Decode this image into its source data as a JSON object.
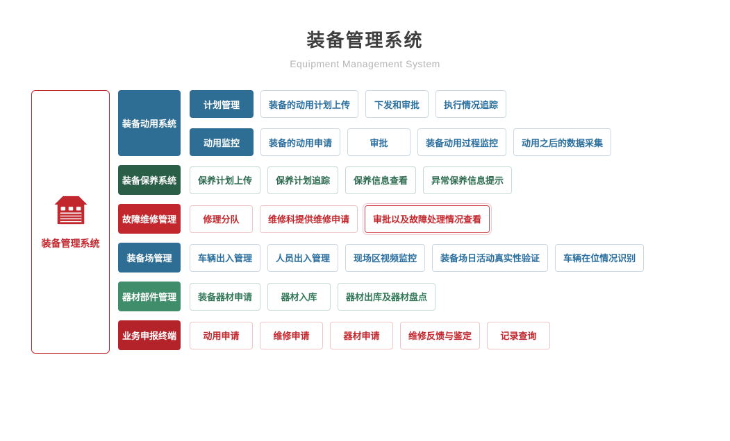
{
  "header": {
    "title": "装备管理系统",
    "subtitle": "Equipment Management System"
  },
  "root": {
    "label": "装备管理系统",
    "icon": "garage-icon",
    "color": "#c1272d"
  },
  "themes": {
    "blue": {
      "solid": "#2e6d94",
      "text": "#2b6f9e",
      "border": "#ccd8e1"
    },
    "dark-green": {
      "solid": "#2a5e47",
      "text": "#2e6b51",
      "border": "#c7dcd1"
    },
    "green": {
      "solid": "#3f8d6a",
      "text": "#35795a",
      "border": "#c7dcd1"
    },
    "red": {
      "solid": "#c1272d",
      "text": "#c1272d",
      "border": "#efc5c7",
      "emphasis_border": "#d2494f"
    },
    "dark-red": {
      "solid": "#b4232a",
      "text": "#c1272d",
      "border": "#efc5c7",
      "emphasis_border": "#d2494f"
    }
  },
  "groups": [
    {
      "label": "装备动用系统",
      "theme": "blue",
      "subgroups": [
        {
          "label": "计划管理",
          "items": [
            {
              "label": "装备的动用计划上传"
            },
            {
              "label": "下发和审批"
            },
            {
              "label": "执行情况追踪"
            }
          ]
        },
        {
          "label": "动用监控",
          "items": [
            {
              "label": "装备的动用申请"
            },
            {
              "label": "审批"
            },
            {
              "label": "装备动用过程监控"
            },
            {
              "label": "动用之后的数据采集"
            }
          ]
        }
      ]
    },
    {
      "label": "装备保养系统",
      "theme": "dark-green",
      "items": [
        {
          "label": "保养计划上传"
        },
        {
          "label": "保养计划追踪"
        },
        {
          "label": "保养信息查看"
        },
        {
          "label": "异常保养信息提示"
        }
      ]
    },
    {
      "label": "故障维修管理",
      "theme": "red",
      "items": [
        {
          "label": "修理分队"
        },
        {
          "label": "维修科提供维修申请"
        },
        {
          "label": "审批以及故障处理情况查看",
          "emphasis": true
        }
      ]
    },
    {
      "label": "装备场管理",
      "theme": "blue",
      "items": [
        {
          "label": "车辆出入管理"
        },
        {
          "label": "人员出入管理"
        },
        {
          "label": "现场区视频监控"
        },
        {
          "label": "装备场日活动真实性验证"
        },
        {
          "label": "车辆在位情况识别"
        }
      ]
    },
    {
      "label": "器材部件管理",
      "theme": "green",
      "items": [
        {
          "label": "装备器材申请"
        },
        {
          "label": "器材入库"
        },
        {
          "label": "器材出库及器材盘点"
        }
      ]
    },
    {
      "label": "业务申报终端",
      "theme": "dark-red",
      "items": [
        {
          "label": "动用申请"
        },
        {
          "label": "维修申请"
        },
        {
          "label": "器材申请"
        },
        {
          "label": "维修反馈与鉴定"
        },
        {
          "label": "记录查询"
        }
      ]
    }
  ]
}
